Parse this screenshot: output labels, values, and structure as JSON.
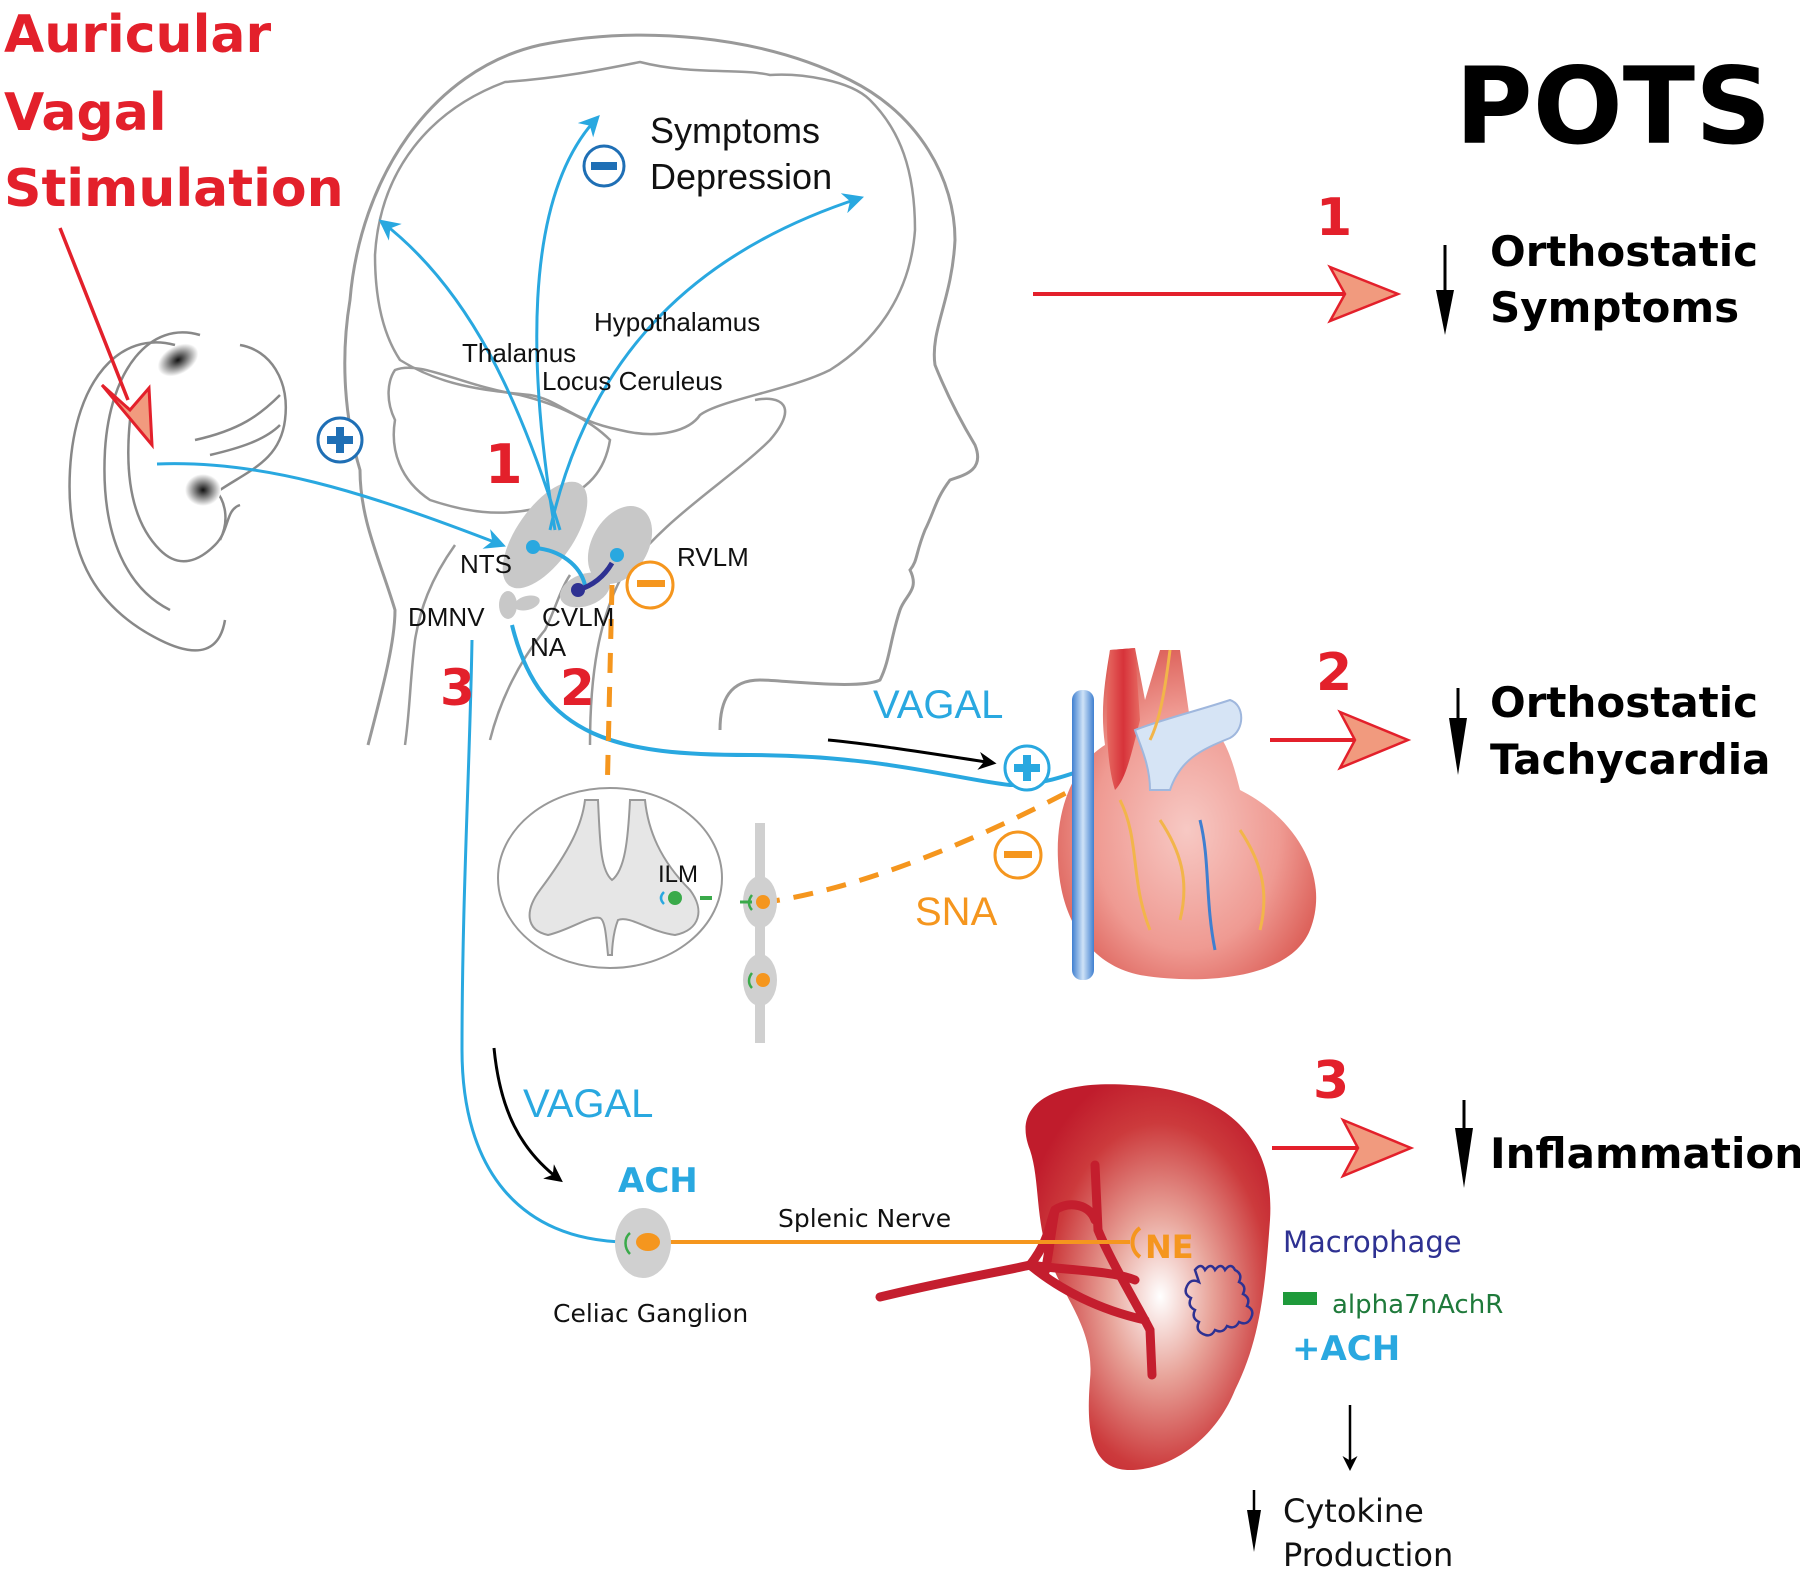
{
  "title": "POTS",
  "stimulation": {
    "line1": "Auricular",
    "line2": "Vagal",
    "line3": "Stimulation"
  },
  "brain": {
    "effect_sign": "−",
    "effect_line1": "Symptoms",
    "effect_line2": "Depression",
    "input_sign": "+",
    "regions": {
      "hypothalamus": "Hypothalamus",
      "thalamus": "Thalamus",
      "locus_ceruleus": "Locus Ceruleus",
      "nts": "NTS",
      "rvlm": "RVLM",
      "dmnv": "DMNV",
      "cvlm": "CVLM",
      "na": "NA",
      "ilm": "ILM"
    },
    "rvlm_sign": "−"
  },
  "pathways": {
    "p1": "1",
    "p2": "2",
    "p3": "3"
  },
  "heart": {
    "vagal_label": "VAGAL",
    "vagal_sign": "+",
    "sna_label": "SNA",
    "sna_sign": "−"
  },
  "spleen": {
    "vagal_label": "VAGAL",
    "ach_label": "ACH",
    "splenic_nerve": "Splenic Nerve",
    "celiac_ganglion": "Celiac Ganglion",
    "ne_label": "NE",
    "macrophage": "Macrophage",
    "receptor": "alpha7nAchR",
    "ach_plus": "+ACH"
  },
  "outcomes": [
    {
      "number": "1",
      "line1": "Orthostatic",
      "line2": "Symptoms"
    },
    {
      "number": "2",
      "line1": "Orthostatic",
      "line2": "Tachycardia"
    },
    {
      "number": "3",
      "line1": "Inflammation",
      "line2": ""
    }
  ],
  "cytokine": {
    "line1": "Cytokine",
    "line2": "Production"
  },
  "colors": {
    "red": "#e3202b",
    "vagal_blue": "#29a8e0",
    "sign_blue": "#1f6fb5",
    "sympathetic_orange": "#f5961e",
    "outline_gray": "#999999",
    "nucleus_gray": "#c8c8c8",
    "macrophage_navy": "#2e3192",
    "receptor_green": "#1f8a3b",
    "spleen_red": "#c41e2e"
  }
}
